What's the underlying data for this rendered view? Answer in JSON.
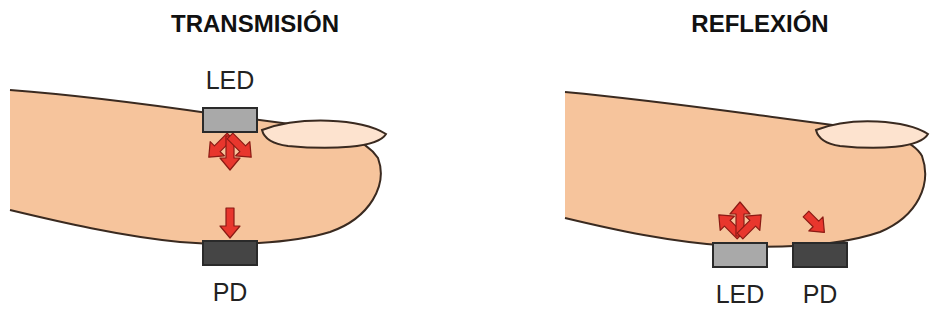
{
  "diagram": {
    "nodes": [
      {
        "text": [
          "LED"
        ]
      },
      {
        "text": [
          "PD"
        ]
      },
      {
        "text": [
          "LED"
        ]
      },
      {
        "text": [
          "PD"
        ]
      }
    ],
    "labels": [
      "TRANSMISIÓN",
      "REFLEXIÓN"
    ]
  }
}
